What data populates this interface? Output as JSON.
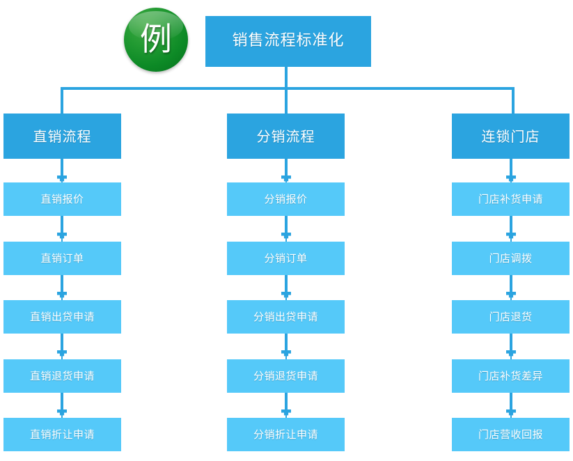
{
  "diagram": {
    "badge": {
      "label": "例",
      "icon": "example-badge-circle",
      "color": "#0d8a26"
    },
    "colors": {
      "level1": "#2ba4e0",
      "level2": "#2ba4e0",
      "level3": "#55c9f9",
      "connector": "#2ba4e0",
      "text": "#ffffff",
      "background": "#ffffff"
    },
    "root": {
      "label": "销售流程标准化"
    },
    "branches": [
      {
        "label": "直销流程",
        "steps": [
          {
            "label": "直销报价"
          },
          {
            "label": "直销订单"
          },
          {
            "label": "直销出贷申请"
          },
          {
            "label": "直销退货申请"
          },
          {
            "label": "直销折让申请"
          }
        ]
      },
      {
        "label": "分销流程",
        "steps": [
          {
            "label": "分销报价"
          },
          {
            "label": "分销订单"
          },
          {
            "label": "分销出贷申请"
          },
          {
            "label": "分销退货申请"
          },
          {
            "label": "分销折让申请"
          }
        ]
      },
      {
        "label": "连锁门店",
        "steps": [
          {
            "label": "门店补货申请"
          },
          {
            "label": "门店调拨"
          },
          {
            "label": "门店退货"
          },
          {
            "label": "门店补货差异"
          },
          {
            "label": "门店营收回报"
          }
        ]
      }
    ]
  }
}
